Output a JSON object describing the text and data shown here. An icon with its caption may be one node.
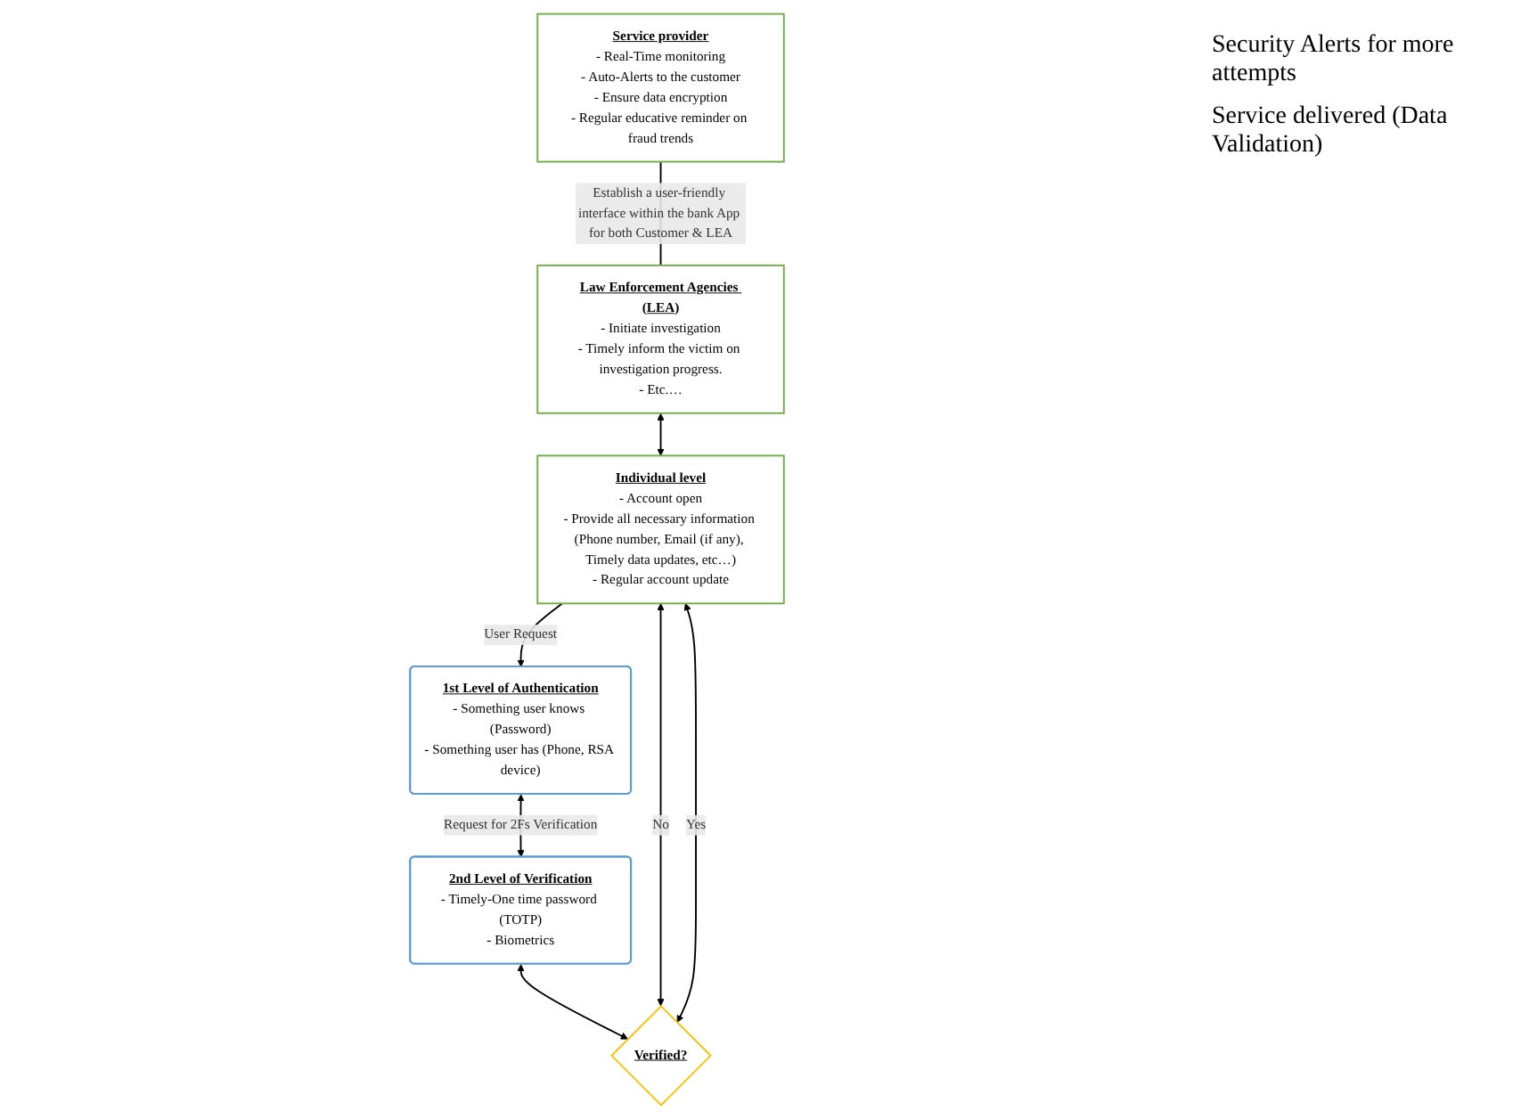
{
  "diagram": {
    "nodes": [
      {
        "text": [
          "Individual level",
          "- Account open",
          "- Provide all necessary information (Phone number, Email (if any), Timely data updates, etc…)",
          "- Regular account update"
        ]
      },
      {
        "text": [
          "1st Level of Authentication",
          "- Something user knows (Password)",
          "- Something user has (Phone, RSA device)"
        ]
      },
      {
        "text": [
          "Verified?"
        ]
      },
      {
        "text": [
          "2nd Level of Verification",
          "- Timely-One time password (TOTP)",
          "- Biometrics"
        ]
      },
      {
        "text": [
          "Service provider",
          "- Real-Time monitoring",
          "- Auto-Alerts to the customer",
          "- Ensure data encryption",
          "- Regular educative reminder on fraud trends"
        ]
      },
      {
        "text": [
          "Law Enforcement Agencies (LEA)",
          "- Initiate investigation",
          "- Timely inform the victim on investigation progress.",
          "- Etc.…"
        ]
      }
    ],
    "edges": [
      {
        "from": 0,
        "to": 1,
        "arrow": "to",
        "label": "User Request"
      },
      {
        "from": 1,
        "to": 3,
        "arrow": "both",
        "label": "Request for 2Fs Verification"
      },
      {
        "from": 3,
        "to": 2,
        "arrow": "both"
      },
      {
        "from": 2,
        "to": 0,
        "arrow": "both",
        "label": "No"
      },
      {
        "from": 2,
        "to": 0,
        "arrow": "both",
        "label": "Yes"
      },
      {
        "from": 4,
        "to": 5,
        "arrow": "none",
        "label": "Establish a user-friendly interface within the bank App for both Customer & LEA"
      },
      {
        "from": 5,
        "to": 0,
        "arrow": "both"
      }
    ],
    "labels": [
      "Security Alerts for more attempts",
      "Service delivered (Data Validation)"
    ]
  }
}
